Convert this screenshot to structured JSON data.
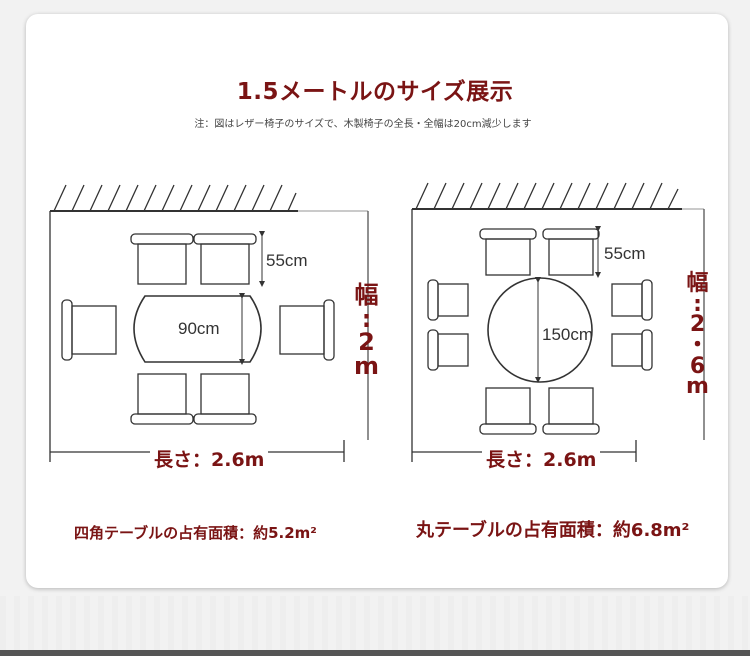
{
  "header": {
    "title": "1.5メートルのサイズ展示",
    "note": "注：図はレザー椅子のサイズで、木製椅子の全長・全幅は20cm減少します"
  },
  "left_diagram": {
    "chair_depth": "55cm",
    "table_width": "90cm",
    "width_label": "幅\n:\n2\nm",
    "length_label": "長さ：2.6m",
    "area_label": "四角テーブルの占有面積：約5.2m²"
  },
  "right_diagram": {
    "chair_depth": "55cm",
    "table_diameter": "150cm",
    "width_label": "幅\n:\n2\n・\n6\nm",
    "length_label": "長さ：2.6m",
    "area_label": "丸テーブルの占有面積：約6.8m²"
  },
  "colors": {
    "accent": "#7a1414",
    "line": "#333333"
  }
}
